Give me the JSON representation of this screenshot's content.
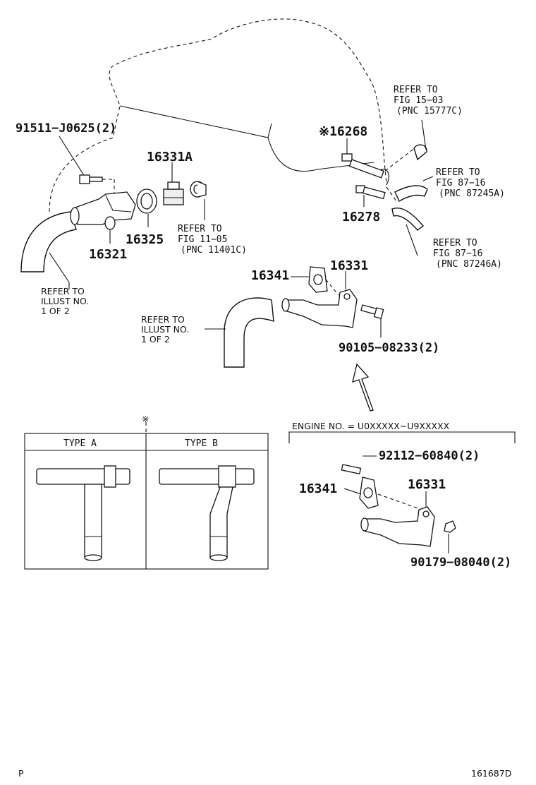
{
  "labels": {
    "p_91511": "91511−J0625(2)",
    "p_16331A": "16331A",
    "p_16325": "16325",
    "p_16321": "16321",
    "p_16268": "※16268",
    "p_16278": "16278",
    "p_16341_top": "16341",
    "p_16331_top": "16331",
    "p_90105": "90105−08233(2)",
    "p_92112": "92112−60840(2)",
    "p_16341_bot": "16341",
    "p_16331_bot": "16331",
    "p_90179": "90179−08040(2)"
  },
  "refs": {
    "fig1503": [
      "REFER TO",
      "FIG 15−03",
      "(PNC 15777C)"
    ],
    "fig8716a": [
      "REFER TO",
      "FIG 87−16",
      "(PNC 87245A)"
    ],
    "fig8716b": [
      "REFER TO",
      "FIG 87−16",
      "(PNC 87246A)"
    ],
    "fig1105": [
      "REFER TO",
      "FIG 11−05",
      "(PNC 11401C)"
    ],
    "illust_left": [
      "REFER TO",
      "ILLUST NO.",
      "1 OF 2"
    ],
    "illust_mid": [
      "REFER TO",
      "ILLUST NO.",
      "1 OF 2"
    ]
  },
  "table": {
    "marker": "※",
    "col_a": "TYPE  A",
    "col_b": "TYPE  B"
  },
  "engine_no": "ENGINE NO. = U0XXXXX−U9XXXXX",
  "footer": {
    "left": "P",
    "right": "161687D"
  }
}
